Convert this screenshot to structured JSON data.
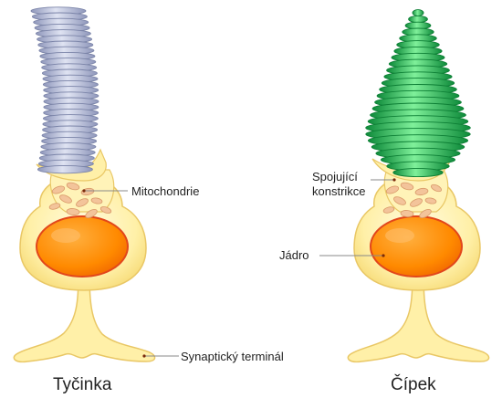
{
  "labels": {
    "mitochondria": "Mitochondrie",
    "connecting_line1": "Spojující",
    "connecting_line2": "konstrikce",
    "nucleus": "Jádro",
    "synaptic": "Synaptický terminál"
  },
  "captions": {
    "rod": "Tyčinka",
    "cone": "Čípek"
  },
  "colors": {
    "rod_disc": "#b9c0dd",
    "rod_disc_edge": "#7b84a8",
    "cone_disc": "#2fc45a",
    "cone_disc_edge": "#0d7f35",
    "cell_body": "#fff0a8",
    "cell_edge": "#e9c765",
    "nucleus": "#ff8a00",
    "nucleus_edge": "#e2461b",
    "mito": "#f3c49a",
    "leader_line": "#888888"
  }
}
